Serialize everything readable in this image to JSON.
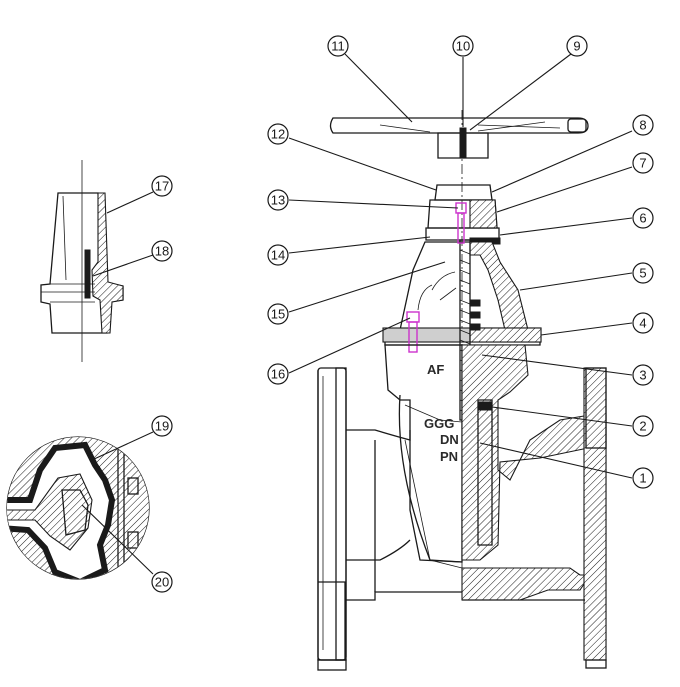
{
  "callouts": [
    "1",
    "2",
    "3",
    "4",
    "5",
    "6",
    "7",
    "8",
    "9",
    "10",
    "11",
    "12",
    "13",
    "14",
    "15",
    "16",
    "17",
    "18",
    "19",
    "20"
  ],
  "body_marks": {
    "logo": "AF",
    "material": "GGG",
    "nominal_diameter": "DN",
    "nominal_pressure": "PN"
  },
  "colors": {
    "line": "#1a1a1a",
    "bolt_highlight": "#cc33cc",
    "section_fill": "#cfcfcf"
  }
}
